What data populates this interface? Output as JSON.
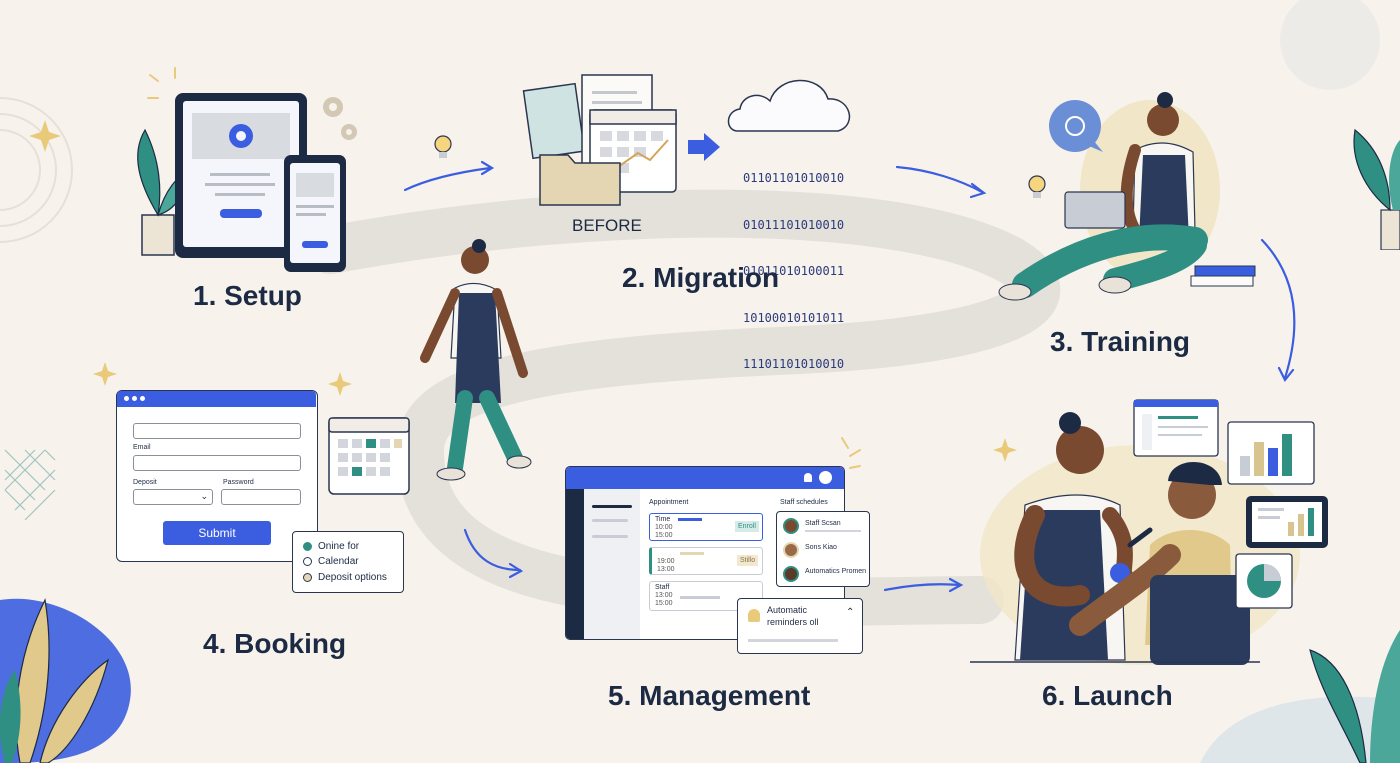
{
  "steps": {
    "setup": "1. Setup",
    "migration": "2. Migration",
    "training": "3. Training",
    "booking": "4. Booking",
    "management": "5. Management",
    "launch": "6. Launch"
  },
  "migration": {
    "before_label": "BEFORE",
    "binary_lines": [
      "01101101010010",
      "01011101010010",
      "01011010100011",
      "10100010101011",
      "11101101010010"
    ]
  },
  "booking_form": {
    "email_label": "Email",
    "deposit_label": "Deposit",
    "password_label": "Password",
    "submit_label": "Submit",
    "options": [
      "Onine for",
      "Calendar",
      "Deposit options"
    ]
  },
  "management_dash": {
    "appointment_header": "Appointment",
    "staff_header": "Staff schedules",
    "rows": [
      {
        "title": "Time",
        "t1": "10:00",
        "t2": "15:00",
        "badge": "Enroll"
      },
      {
        "title": "",
        "t1": "19:00",
        "t2": "13:00",
        "badge": "Stillo"
      },
      {
        "title": "Staff",
        "t1": "13:00",
        "t2": "15:00",
        "badge": ""
      }
    ],
    "staff": [
      "Staff Scsan",
      "Sons Kiao",
      "Automatics Promen"
    ],
    "reminder_line1": "Automatic",
    "reminder_line2": "reminders oll"
  },
  "colors": {
    "accent_blue": "#3b5ee0",
    "teal": "#2f8f83",
    "navy": "#1d2a44",
    "sand": "#d8c48f",
    "path": "#e2ded8"
  }
}
